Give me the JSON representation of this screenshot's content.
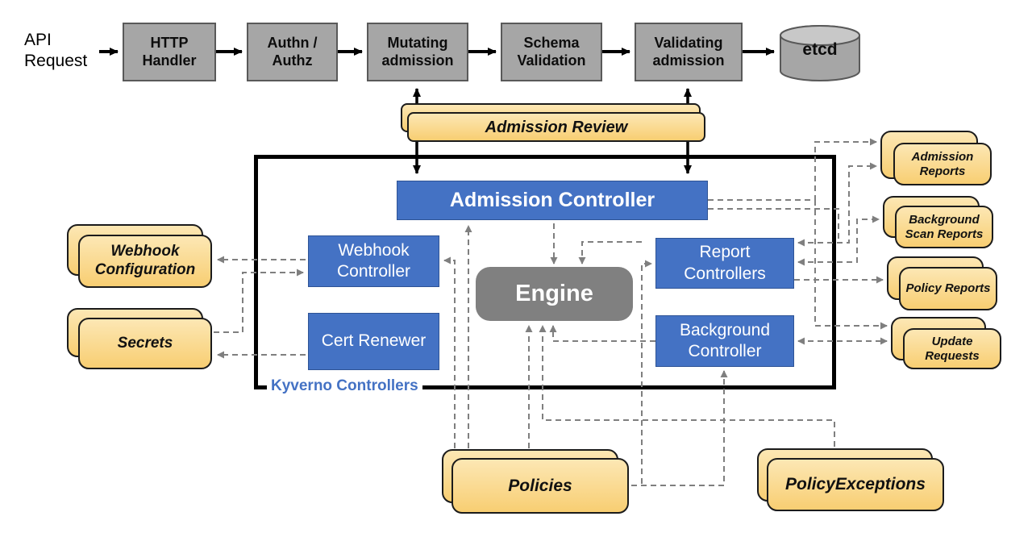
{
  "diagram": {
    "api_request_label": "API Request",
    "flow_steps": [
      "HTTP Handler",
      "Authn / Authz",
      "Mutating admission",
      "Schema Validation",
      "Validating admission"
    ],
    "datastore_label": "etcd",
    "admission_review_label": "Admission Review",
    "kyverno_box_label": "Kyverno Controllers",
    "components": {
      "admission_controller": "Admission Controller",
      "webhook_controller": "Webhook Controller",
      "cert_renewer": "Cert Renewer",
      "engine": "Engine",
      "report_controllers": "Report Controllers",
      "background_controller": "Background Controller"
    },
    "resources": {
      "webhook_configuration": "Webhook Configuration",
      "secrets": "Secrets",
      "admission_reports": "Admission Reports",
      "background_scan_reports": "Background Scan Reports",
      "policy_reports": "Policy Reports",
      "update_requests": "Update Requests",
      "policies": "Policies",
      "policy_exceptions": "PolicyExceptions"
    }
  },
  "colors": {
    "blue": "#4472C4",
    "blue-border": "#2E5395",
    "gray-box": "#A6A6A6",
    "gray-border": "#595959",
    "engine-gray": "#808080",
    "yellow-top": "#FCE7B4",
    "yellow-bottom": "#F8CE72",
    "stack-border": "#1B1B1B",
    "dashed-gray": "#7F7F7F",
    "kyverno-label": "#4472C4"
  }
}
